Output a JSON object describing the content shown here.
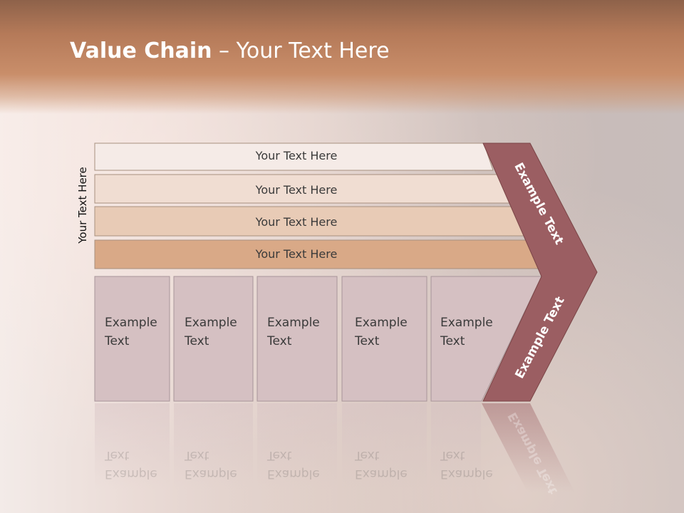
{
  "title": {
    "bold": "Value Chain",
    "rest": " – Your Text Here"
  },
  "side_label": "Your Text Here",
  "rows": [
    "Your Text Here",
    "Your Text Here",
    "Your Text Here",
    "Your Text Here"
  ],
  "boxes": [
    {
      "line1": "Example",
      "line2": "Text"
    },
    {
      "line1": "Example",
      "line2": "Text"
    },
    {
      "line1": "Example",
      "line2": "Text"
    },
    {
      "line1": "Example",
      "line2": "Text"
    },
    {
      "line1": "Example",
      "line2": "Text"
    }
  ],
  "chevron_top": "Example Text",
  "chevron_bottom": "Example Text",
  "colors": {
    "row1": "#f5ebe7",
    "row2": "#f0ddd2",
    "row3": "#e8cbb6",
    "row4": "#d9a987",
    "box": "#d5c0c2",
    "chevron": "#9b5e62",
    "header": "#c08660"
  }
}
